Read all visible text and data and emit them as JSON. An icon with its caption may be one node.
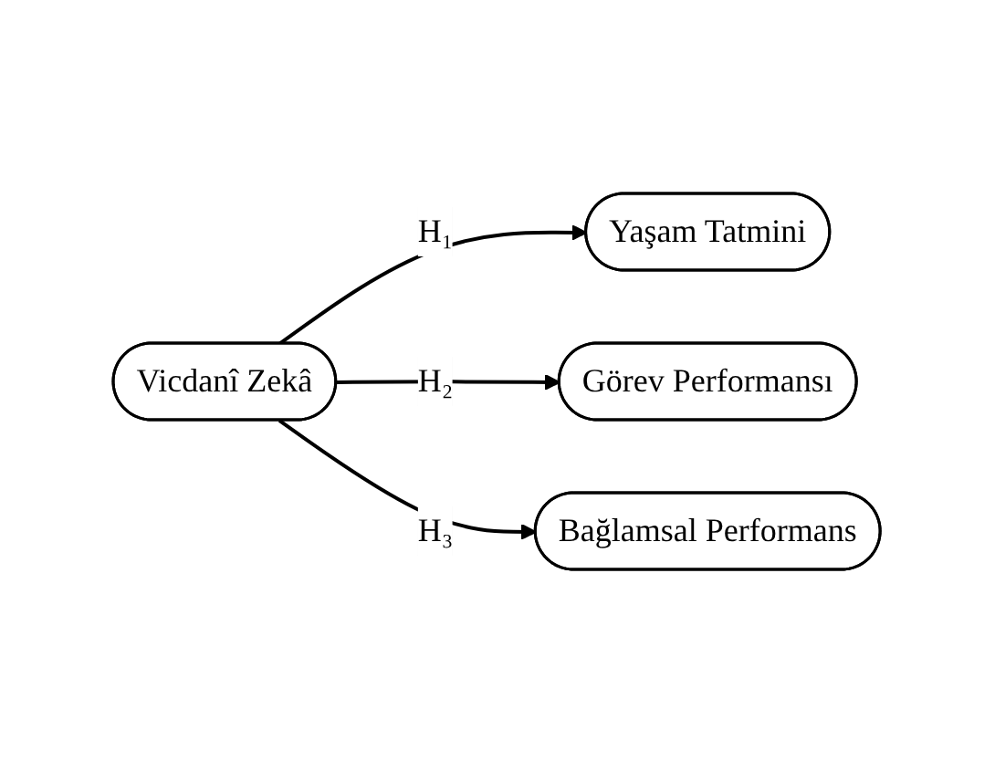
{
  "diagram": {
    "nodes": [
      {
        "text": [
          "Vicdanî Zekâ"
        ]
      },
      {
        "text": [
          "Yaşam Tatmini"
        ]
      },
      {
        "text": [
          "Görev Performansı"
        ]
      },
      {
        "text": [
          "Bağlamsal Performans"
        ]
      }
    ],
    "edges": [
      {
        "from": 0,
        "to": 1,
        "arrow": "to",
        "label": "H₁"
      },
      {
        "from": 0,
        "to": 2,
        "arrow": "to",
        "label": "H₂"
      },
      {
        "from": 0,
        "to": 3,
        "arrow": "to",
        "label": "H₃"
      }
    ]
  }
}
